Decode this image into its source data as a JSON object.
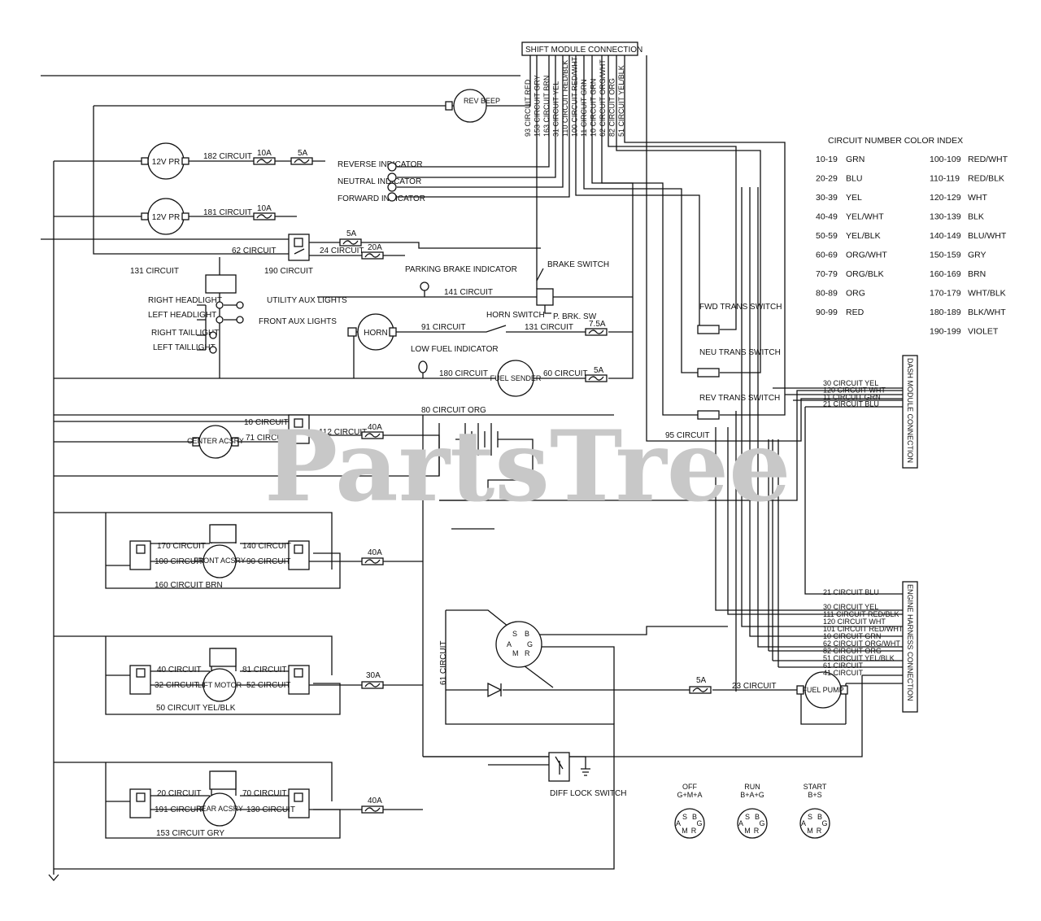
{
  "header": {
    "shift_module": "SHIFT MODULE CONNECTION",
    "dash_module": "DASH MODULE CONNECTION",
    "engine_harness": "ENGINE HARNESS CONNECTION"
  },
  "shift_pins": [
    "93 CIRCUIT RED",
    "153 CIRCUIT GRY",
    "163 CIRCUIT BRN",
    "31 CIRCUIT YEL",
    "110 CIRCUIT RED/BLK",
    "100 CIRCUIT RED/WHT",
    "11 CIRCUIT GRN",
    "10 CIRCUIT GRN",
    "62 CIRCUIT ORG/WHT",
    "82 CIRCUIT ORG",
    "51 CIRCUIT YEL/BLK"
  ],
  "color_index": {
    "title": "CIRCUIT NUMBER COLOR INDEX",
    "left": [
      {
        "range": "10-19",
        "color": "GRN"
      },
      {
        "range": "20-29",
        "color": "BLU"
      },
      {
        "range": "30-39",
        "color": "YEL"
      },
      {
        "range": "40-49",
        "color": "YEL/WHT"
      },
      {
        "range": "50-59",
        "color": "YEL/BLK"
      },
      {
        "range": "60-69",
        "color": "ORG/WHT"
      },
      {
        "range": "70-79",
        "color": "ORG/BLK"
      },
      {
        "range": "80-89",
        "color": "ORG"
      },
      {
        "range": "90-99",
        "color": "RED"
      }
    ],
    "right": [
      {
        "range": "100-109",
        "color": "RED/WHT"
      },
      {
        "range": "110-119",
        "color": "RED/BLK"
      },
      {
        "range": "120-129",
        "color": "WHT"
      },
      {
        "range": "130-139",
        "color": "BLK"
      },
      {
        "range": "140-149",
        "color": "BLU/WHT"
      },
      {
        "range": "150-159",
        "color": "GRY"
      },
      {
        "range": "160-169",
        "color": "BRN"
      },
      {
        "range": "170-179",
        "color": "WHT/BLK"
      },
      {
        "range": "180-189",
        "color": "BLK/WHT"
      },
      {
        "range": "190-199",
        "color": "VIOLET"
      }
    ]
  },
  "components": {
    "rev_beep": "REV BEEP",
    "pwr1": "12V PR",
    "pwr2": "12V PR",
    "horn": "HORN",
    "fuel_sender": "FUEL SENDER",
    "center_acsry": "CENTER ACSRY",
    "front_acsry": "FRONT ACSRY",
    "lift_motor": "LIFT MOTOR",
    "rear_acsry": "REAR ACSRY",
    "fuel_pump": "FUEL PUMP"
  },
  "fuses": {
    "f10a_1": "10A",
    "f5a_1": "5A",
    "f10a_2": "10A",
    "f5a_2": "5A",
    "f20a": "20A",
    "f7_5a": "7.5A",
    "f5a_3": "5A",
    "f40a_1": "40A",
    "f40a_2": "40A",
    "f30a": "30A",
    "f40a_3": "40A",
    "f5a_4": "5A"
  },
  "circuits": {
    "c182": "182 CIRCUIT",
    "c181": "181 CIRCUIT",
    "c62": "62 CIRCUIT",
    "c24": "24 CIRCUIT",
    "c131a": "131 CIRCUIT",
    "c190": "190 CIRCUIT",
    "c141": "141 CIRCUIT",
    "c91": "91 CIRCUIT",
    "c131b": "131 CIRCUIT",
    "c180": "180 CIRCUIT",
    "c60": "60 CIRCUIT",
    "c80": "80 CIRCUIT ORG",
    "c10": "10 CIRCUIT",
    "c71": "71 CIRCUIT",
    "c112": "112 CIRCUIT",
    "c95": "95 CIRCUIT",
    "c170": "170 CIRCUIT",
    "c140": "140 CIRCUIT",
    "c100": "100 CIRCUIT",
    "c90": "90 CIRCUIT",
    "c160": "160 CIRCUIT BRN",
    "c40": "40 CIRCUIT",
    "c81": "81 CIRCUIT",
    "c32": "32 CIRCUIT",
    "c52": "52 CIRCUIT",
    "c50": "50 CIRCUIT YEL/BLK",
    "c20": "20 CIRCUIT",
    "c70": "70 CIRCUIT",
    "c191": "191 CIRCUIT",
    "c130": "130 CIRCUIT",
    "c153": "153 CIRCUIT GRY",
    "c61": "61 CIRCUIT",
    "c23": "23 CIRCUIT"
  },
  "labels": {
    "rev_ind": "REVERSE INDICATOR",
    "neu_ind": "NEUTRAL INDICATOR",
    "fwd_ind": "FORWARD INDICATOR",
    "right_head": "RIGHT HEADLIGHT",
    "left_head": "LEFT HEADLIGHT",
    "right_tail": "RIGHT TAILLIGHT",
    "left_tail": "LEFT TAILLIGHT",
    "util_aux": "UTILITY AUX LIGHTS",
    "front_aux": "FRONT AUX LIGHTS",
    "park_brake": "PARKING BRAKE INDICATOR",
    "brake_switch": "BRAKE SWITCH",
    "p_brk": "P. BRK. SW",
    "horn_switch": "HORN SWITCH",
    "low_fuel": "LOW FUEL INDICATOR",
    "fwd_trans": "FWD TRANS SWITCH",
    "neu_trans": "NEU TRANS SWITCH",
    "rev_trans": "REV TRANS SWITCH",
    "diff_lock": "DIFF LOCK SWITCH"
  },
  "dash_pins": [
    "30 CIRCUIT YEL",
    "120 CIRCUIT WHT",
    "11 CIRCUIT GRN",
    "21 CIRCUIT BLU"
  ],
  "engine_pins": [
    "21 CIRCUIT BLU",
    "30 CIRCUIT YEL",
    "111 CIRCUIT RED/BLK",
    "120 CIRCUIT WHT",
    "101 CIRCUIT RED/WHT",
    "10 CIRCUIT GRN",
    "62 CIRCUIT ORG/WHT",
    "82 CIRCUIT ORG",
    "51 CIRCUIT YEL/BLK",
    "61 CIRCUIT",
    "41 CIRCUIT"
  ],
  "key_positions": [
    {
      "name": "OFF",
      "code": "G+M+A"
    },
    {
      "name": "RUN",
      "code": "B+A+G"
    },
    {
      "name": "START",
      "code": "B+S"
    }
  ],
  "switch_letters": {
    "s": "S",
    "b": "B",
    "a": "A",
    "g": "G",
    "m": "M",
    "r": "R"
  },
  "watermark": "PartsTree"
}
